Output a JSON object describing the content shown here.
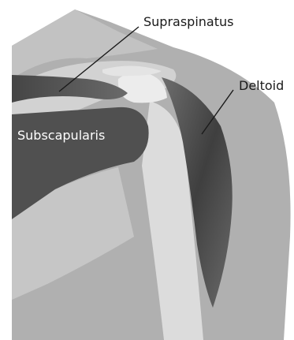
{
  "labels": {
    "supraspinatus": "Supraspinatus",
    "deltoid": "Deltoid",
    "subscapularis": "Subscapularis"
  },
  "colors": {
    "background": "#ffffff",
    "body_silhouette": "#b0b0b0",
    "body_light": "#c4c4c4",
    "bone": "#dcdcdc",
    "bone_highlight": "#f0f0f0",
    "muscle_dark": "#4d4d4d",
    "muscle_mid": "#666666",
    "leader_line": "#1a1a1a"
  }
}
